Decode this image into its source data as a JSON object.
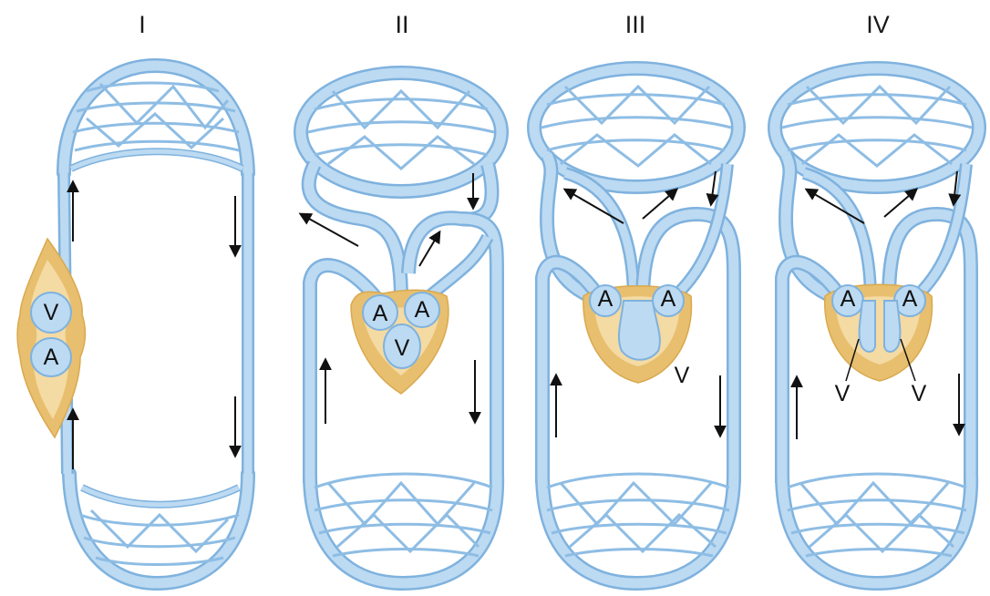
{
  "colors": {
    "vessel_fill": "#bcdaf2",
    "vessel_stroke": "#7fb2de",
    "heart_fill": "#e8bf6e",
    "heart_light": "#f6e1b0",
    "arrow": "#111111",
    "label": "#111111"
  },
  "panels": [
    {
      "id": "I",
      "title": "I",
      "chambers": {
        "v1": "V",
        "a1": "A"
      }
    },
    {
      "id": "II",
      "title": "II",
      "chambers": {
        "a1": "A",
        "a2": "A",
        "v1": "V"
      }
    },
    {
      "id": "III",
      "title": "III",
      "chambers": {
        "a1": "A",
        "a2": "A",
        "v1": "V"
      }
    },
    {
      "id": "IV",
      "title": "IV",
      "chambers": {
        "a1": "A",
        "a2": "A",
        "v1": "V",
        "v2": "V"
      }
    }
  ]
}
